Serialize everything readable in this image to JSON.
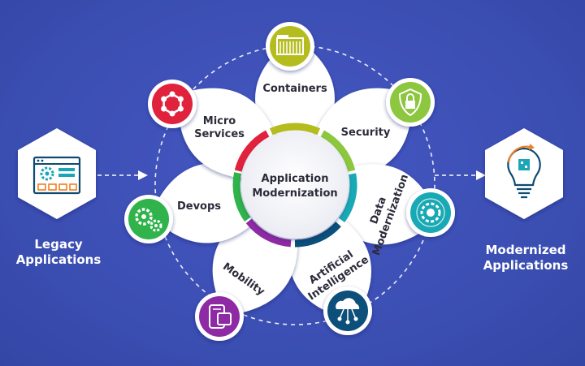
{
  "center": {
    "line1": "Application",
    "line2": "Modernization"
  },
  "left": {
    "line1": "Legacy",
    "line2": "Applications"
  },
  "right": {
    "line1": "Modernized",
    "line2": "Applications"
  },
  "petals": [
    {
      "id": "containers",
      "lines": [
        "Containers"
      ],
      "color": "#b5bd1e",
      "icon": "container-icon"
    },
    {
      "id": "security",
      "lines": [
        "Security"
      ],
      "color": "#8dc63f",
      "icon": "shield-lock-icon"
    },
    {
      "id": "data-modernization",
      "lines": [
        "Data",
        "Modernization"
      ],
      "color": "#19a9b5",
      "icon": "data-gear-icon"
    },
    {
      "id": "artificial-intelligence",
      "lines": [
        "Artificial",
        "Intelligence"
      ],
      "color": "#0b4f7a",
      "icon": "cloud-network-icon"
    },
    {
      "id": "mobility",
      "lines": [
        "Mobility"
      ],
      "color": "#8e2aa3",
      "icon": "mobile-device-icon"
    },
    {
      "id": "devops",
      "lines": [
        "Devops"
      ],
      "color": "#2fb34a",
      "icon": "gears-icon"
    },
    {
      "id": "micro-services",
      "lines": [
        "Micro",
        "Services"
      ],
      "color": "#e0223c",
      "icon": "hexagon-network-icon"
    }
  ],
  "colors": {
    "background": "#3f51b5",
    "petal": "#ffffff",
    "hub_text": "#2b2b3a"
  }
}
